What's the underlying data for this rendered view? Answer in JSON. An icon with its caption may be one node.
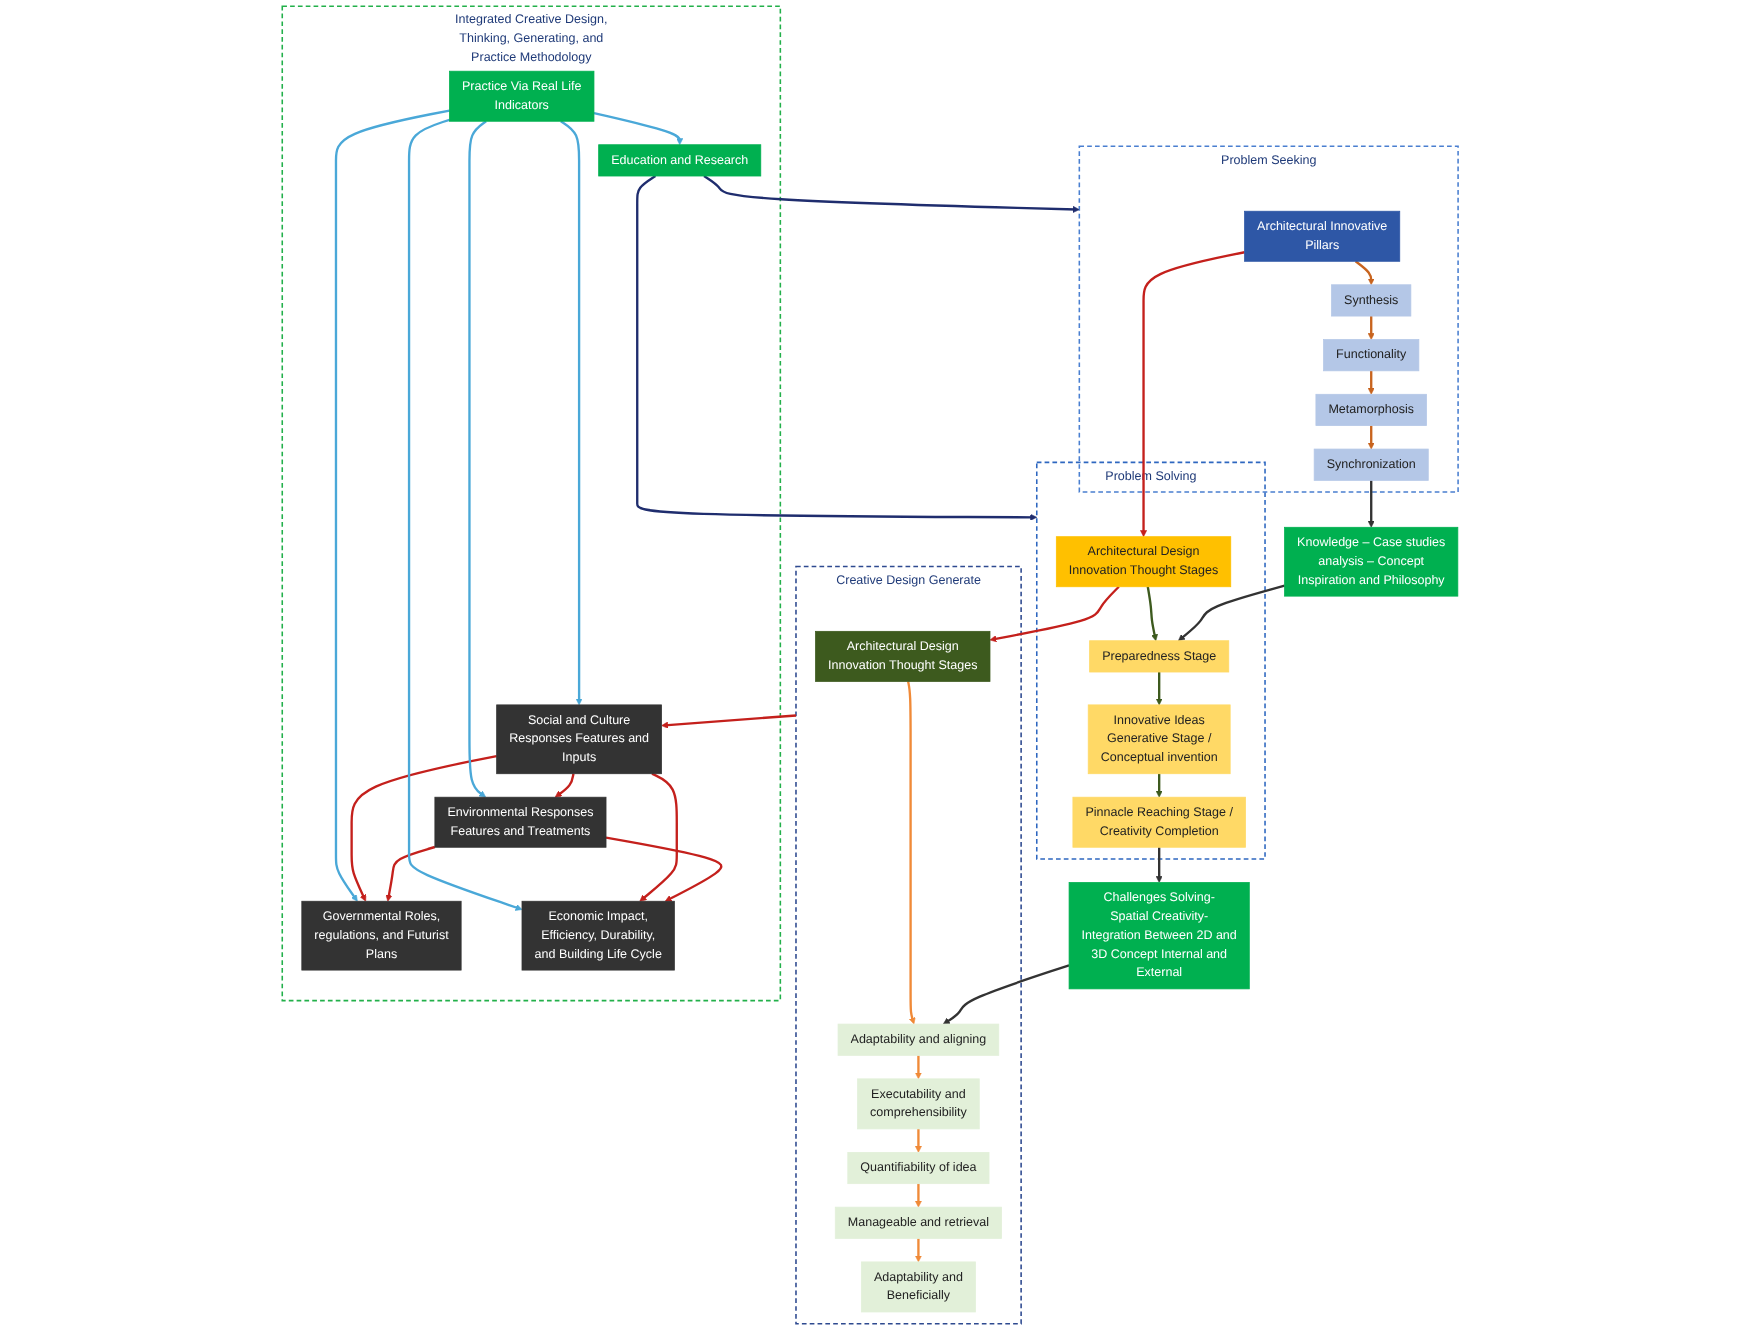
{
  "diagram": {
    "nodes": [
      {
        "text": [
          "Problem Seeking"
        ]
      },
      {
        "text": [
          "Architectural Innovative Pillars"
        ],
        "in": 0
      },
      {
        "text": [
          "Synthesis"
        ],
        "in": 0
      },
      {
        "text": [
          "Functionality"
        ],
        "in": 0
      },
      {
        "text": [
          "Metamorphosis"
        ],
        "in": 0
      },
      {
        "text": [
          "Synchronization"
        ],
        "in": 0
      },
      {
        "text": [
          "Knowledge – Case studies analysis – Concept Inspiration and Philosophy"
        ]
      },
      {
        "text": [
          "Problem Solving"
        ]
      },
      {
        "text": [
          "Architectural Design Innovation Thought Stages"
        ],
        "in": 7
      },
      {
        "text": [
          "Preparedness Stage"
        ],
        "in": 7
      },
      {
        "text": [
          "Innovative Ideas Generative Stage / Conceptual invention"
        ],
        "in": 7
      },
      {
        "text": [
          "Pinnacle Reaching Stage / Creativity Completion"
        ],
        "in": 7
      },
      {
        "text": [
          "Challenges Solving- Spatial Creativity- Integration Between 2D and 3D Concept Internal and External"
        ]
      },
      {
        "text": [
          "Creative Design Generate"
        ]
      },
      {
        "text": [
          "Architectural Design Innovation Thought Stages"
        ],
        "in": 13
      },
      {
        "text": [
          "Adaptability and aligning"
        ],
        "in": 13
      },
      {
        "text": [
          "Executability and comprehensibility"
        ],
        "in": 13
      },
      {
        "text": [
          "Quantifiability of idea"
        ],
        "in": 13
      },
      {
        "text": [
          "Manageable and retrieval"
        ],
        "in": 13
      },
      {
        "text": [
          "Adaptability and Beneficially"
        ],
        "in": 13
      },
      {
        "text": [
          "Integrated Creative Design, Thinking, Generating, and Practice Methodology"
        ]
      },
      {
        "text": [
          "Education and Research"
        ],
        "in": 20
      },
      {
        "text": [
          "Environmental Responses Features and Treatments"
        ],
        "in": 20
      },
      {
        "text": [
          "Social and Culture Responses Features and Inputs"
        ],
        "in": 20
      },
      {
        "text": [
          "Practice Via Real Life Indicators"
        ],
        "in": 20
      },
      {
        "text": [
          "Governmental Roles, regulations, and Futurist Plans"
        ],
        "in": 20
      },
      {
        "text": [
          "Economic Impact, Efficiency, Durability, and Building Life Cycle"
        ],
        "in": 20
      }
    ],
    "edges": [
      {
        "from": 1,
        "to": 8,
        "arrow": "to",
        "color": "#c4201c"
      },
      {
        "from": 8,
        "to": 14,
        "arrow": "to",
        "color": "#c4201c"
      },
      {
        "from": 1,
        "to": 2,
        "arrow": "to",
        "color": "#c8641e"
      },
      {
        "from": 2,
        "to": 3,
        "arrow": "to",
        "color": "#c8641e"
      },
      {
        "from": 3,
        "to": 4,
        "arrow": "to",
        "color": "#c8641e"
      },
      {
        "from": 4,
        "to": 5,
        "arrow": "to",
        "color": "#c8641e"
      },
      {
        "from": 5,
        "to": 6,
        "arrow": "to",
        "color": "#333333"
      },
      {
        "from": 6,
        "to": 9,
        "arrow": "to",
        "color": "#333333"
      },
      {
        "from": 8,
        "to": 9,
        "arrow": "to",
        "color": "#3d5a1e"
      },
      {
        "from": 9,
        "to": 10,
        "arrow": "to",
        "color": "#3d5a1e"
      },
      {
        "from": 10,
        "to": 11,
        "arrow": "to",
        "color": "#3d5a1e"
      },
      {
        "from": 11,
        "to": 12,
        "arrow": "to",
        "color": "#333333"
      },
      {
        "from": 12,
        "to": 15,
        "arrow": "to",
        "color": "#333333"
      },
      {
        "from": 14,
        "to": 15,
        "arrow": "to",
        "color": "#f08a38"
      },
      {
        "from": 15,
        "to": 16,
        "arrow": "to",
        "color": "#f08a38"
      },
      {
        "from": 16,
        "to": 17,
        "arrow": "to",
        "color": "#f08a38"
      },
      {
        "from": 17,
        "to": 18,
        "arrow": "to",
        "color": "#f08a38"
      },
      {
        "from": 18,
        "to": 19,
        "arrow": "to",
        "color": "#f08a38"
      },
      {
        "from": 13,
        "to": 23,
        "arrow": "to",
        "color": "#c4201c"
      },
      {
        "from": 21,
        "to": 0,
        "arrow": "to",
        "color": "#1f2d6e"
      },
      {
        "from": 21,
        "to": 7,
        "arrow": "to",
        "color": "#1f2d6e"
      },
      {
        "from": 23,
        "to": 22,
        "arrow": "to",
        "color": "#c4201c"
      },
      {
        "from": 22,
        "to": 25,
        "arrow": "to",
        "color": "#c4201c"
      },
      {
        "from": 23,
        "to": 25,
        "arrow": "to",
        "color": "#c4201c"
      },
      {
        "from": 22,
        "to": 26,
        "arrow": "to",
        "color": "#c4201c"
      },
      {
        "from": 23,
        "to": 26,
        "arrow": "to",
        "color": "#c4201c"
      },
      {
        "from": 24,
        "to": 21,
        "arrow": "to",
        "color": "#4aa8d8"
      },
      {
        "from": 24,
        "to": 22,
        "arrow": "to",
        "color": "#4aa8d8"
      },
      {
        "from": 24,
        "to": 23,
        "arrow": "to",
        "color": "#4aa8d8"
      },
      {
        "from": 24,
        "to": 25,
        "arrow": "to",
        "color": "#4aa8d8"
      },
      {
        "from": 24,
        "to": 26,
        "arrow": "to",
        "color": "#4aa8d8"
      }
    ]
  }
}
